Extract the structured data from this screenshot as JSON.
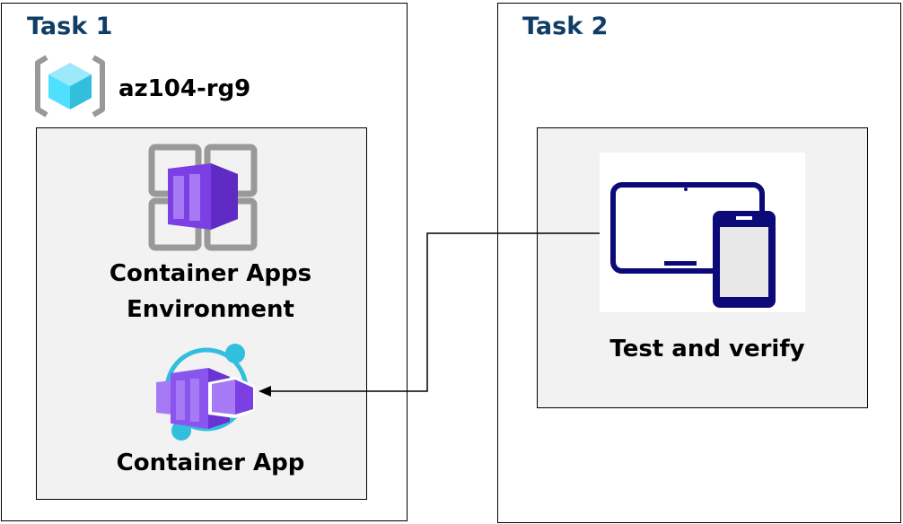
{
  "task1": {
    "title": "Task 1",
    "resource_group": {
      "name": "az104-rg9",
      "icon": "resource-group-icon"
    },
    "environment": {
      "label_line1": "Container Apps",
      "label_line2": "Environment",
      "icon": "container-apps-environment-icon"
    },
    "app": {
      "label": "Container App",
      "icon": "container-app-icon"
    }
  },
  "task2": {
    "title": "Task 2",
    "verify": {
      "label": "Test and verify",
      "icon": "tablet-phone-devices-icon"
    }
  },
  "colors": {
    "title": "#0f3d66",
    "purple": "#7b3fe4",
    "cyan": "#32bedd",
    "navy": "#0c0a78",
    "panel": "#f2f2f2"
  }
}
